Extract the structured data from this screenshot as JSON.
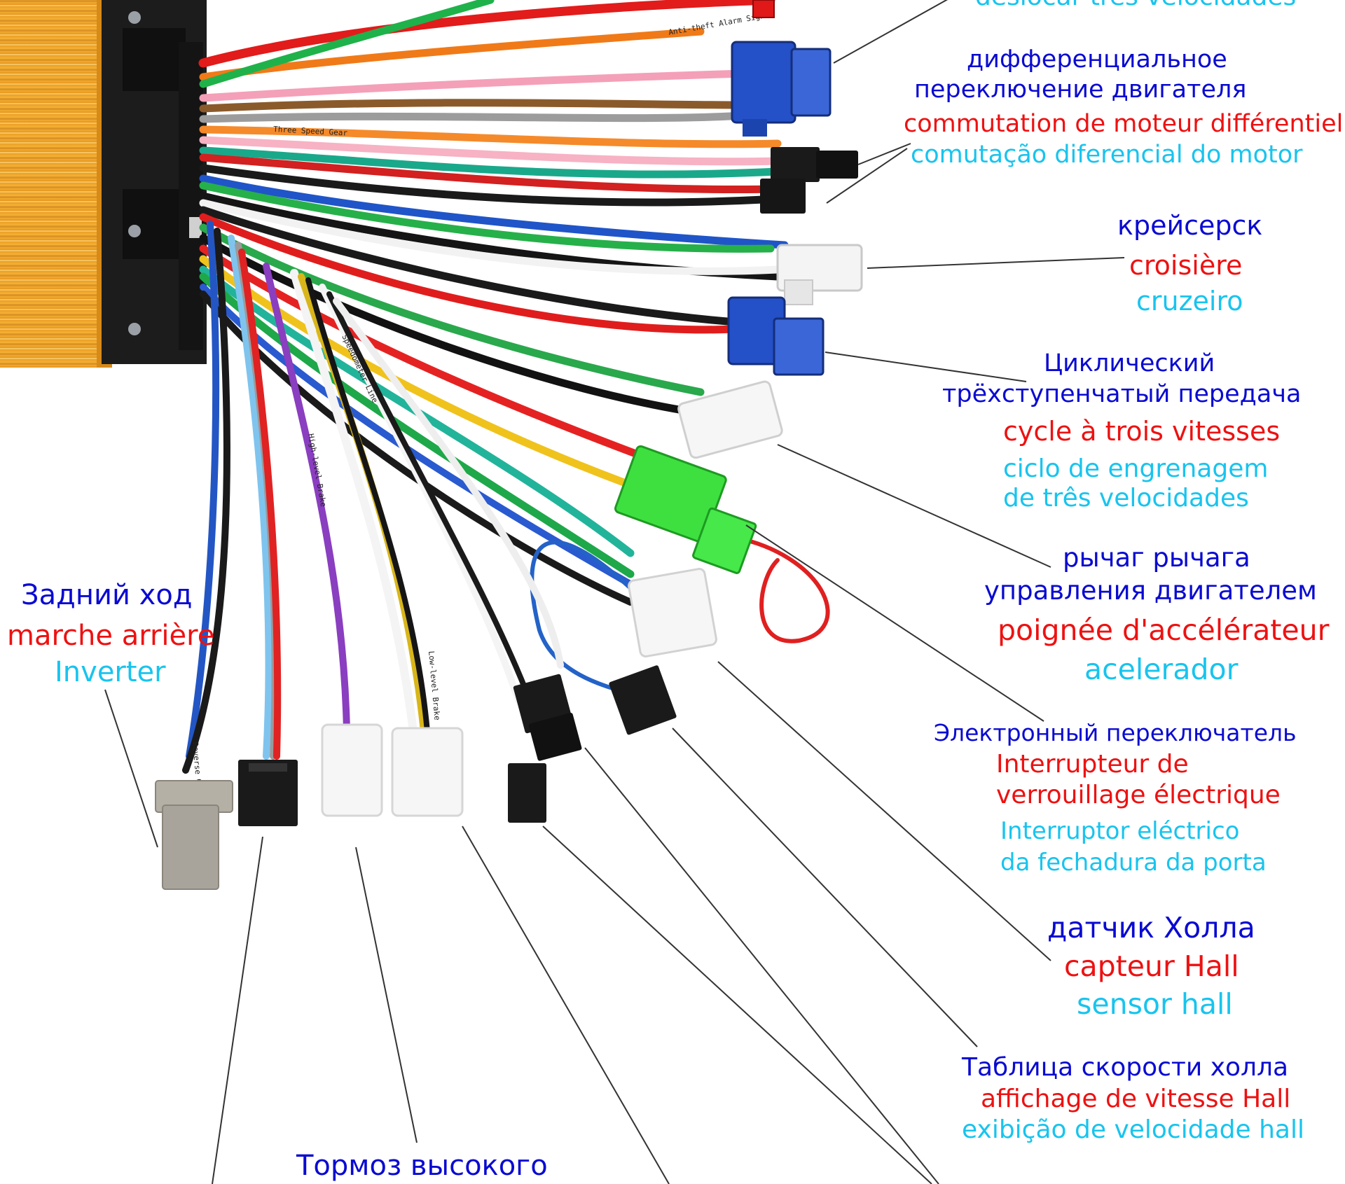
{
  "labels": {
    "top_partial_pt": "deslocar três velocidades",
    "motor_switch": {
      "ru_line1": "дифференциальное",
      "ru_line2": "переключение двигателя",
      "fr": "commutation de moteur différentiel",
      "pt": "comutação diferencial do motor"
    },
    "cruise": {
      "ru": "крейсерск",
      "fr": "croisière",
      "pt": "cruzeiro"
    },
    "three_speed": {
      "ru_line1": "Циклический",
      "ru_line2": "трёхступенчатый передача",
      "fr": "cycle à trois vitesses",
      "pt_line1": "ciclo de engrenagem",
      "pt_line2": "de três velocidades"
    },
    "throttle": {
      "ru_line1": "рычаг рычага",
      "ru_line2": "управления двигателем",
      "fr": "poignée d'accélérateur",
      "pt": "acelerador"
    },
    "lock_switch": {
      "ru": "Электронный переключатель",
      "fr_line1": "Interrupteur de",
      "fr_line2": "verrouillage électrique",
      "pt_line1": "Interruptor eléctrico",
      "pt_line2": "da fechadura da porta"
    },
    "hall_sensor": {
      "ru": "датчик Холла",
      "fr": "capteur Hall",
      "pt": "sensor hall"
    },
    "hall_speed": {
      "ru": "Таблица скорости холла",
      "fr": "affichage de vitesse Hall",
      "pt": "exibição de velocidade hall"
    },
    "reverse": {
      "ru": "Задний ход",
      "fr": "marche arrière",
      "pt": "Inverter"
    },
    "high_brake": {
      "ru": "Тормоз высокого"
    }
  },
  "wire_tags": {
    "anti_theft": "Anti-theft Alarm Signal",
    "three_speed": "Three Speed Gear",
    "high_brake": "High-level Brake",
    "low_brake": "Low-level Brake",
    "reverse": "Reverse Gear",
    "speedometer": "Speedometer Line"
  },
  "colors": {
    "russian": "#0a0ad2",
    "french": "#ee1111",
    "portuguese": "#18c4ee",
    "controller_body": "#f0a020",
    "connector_blue": "#2450c8",
    "connector_green": "#3ee040",
    "connector_black": "#1a1a1a",
    "connector_white": "#f4f4f4",
    "connector_grey": "#a8a49c"
  }
}
